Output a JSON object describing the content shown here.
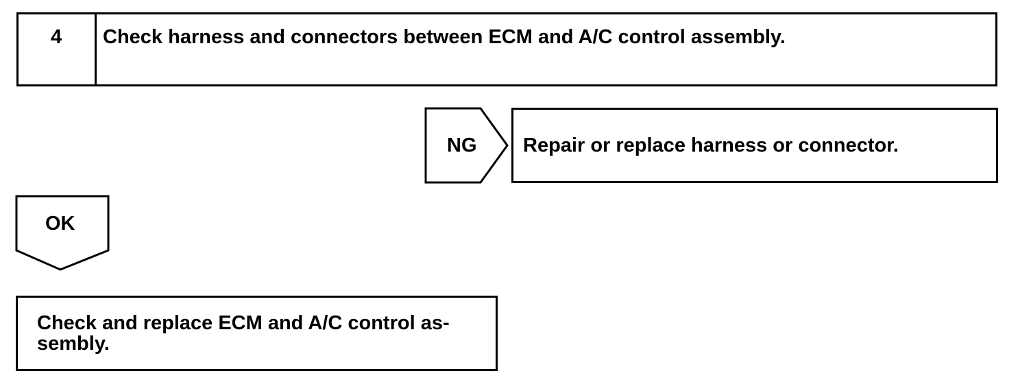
{
  "step": {
    "number": "4",
    "title": "Check harness and connectors between ECM and A/C control assembly."
  },
  "ng_branch": {
    "label": "NG",
    "action": "Repair or replace harness or connector."
  },
  "ok_branch": {
    "label": "OK",
    "action_line1": "Check and replace ECM and A/C control as-",
    "action_line2": "sembly."
  }
}
